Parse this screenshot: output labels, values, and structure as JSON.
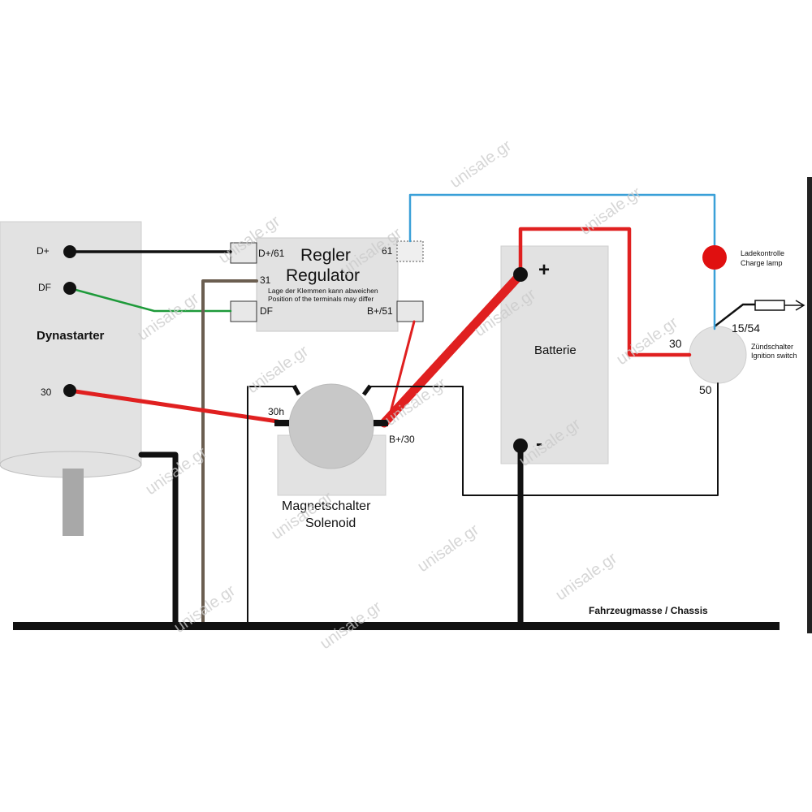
{
  "components": {
    "dynastarter": {
      "name": "Dynastarter",
      "terminal_dplus": "D+",
      "terminal_df": "DF",
      "terminal_30": "30"
    },
    "regulator": {
      "title_de": "Regler",
      "title_en": "Regulator",
      "note_de": "Lage der Klemmen kann abweichen",
      "note_en": "Position of the terminals may differ",
      "terminal_d61": "D+/61",
      "terminal_df": "DF",
      "terminal_31": "31",
      "terminal_61": "61",
      "terminal_b51": "B+/51"
    },
    "solenoid": {
      "name_de": "Magnetschalter",
      "name_en": "Solenoid",
      "terminal_30h": "30h",
      "terminal_b30": "B+/30"
    },
    "battery": {
      "name": "Batterie",
      "plus": "+",
      "minus": "-"
    },
    "charge_lamp": {
      "name_de": "Ladekontrolle",
      "name_en": "Charge lamp"
    },
    "ignition_switch": {
      "name_de": "Zündschalter",
      "name_en": "Ignition switch",
      "terminal_30": "30",
      "terminal_1554": "15/54",
      "terminal_50": "50"
    },
    "chassis": {
      "label": "Fahrzeugmasse / Chassis"
    }
  },
  "watermark": "unisale.gr",
  "colors": {
    "red_wire": "#e02020",
    "black_wire": "#111111",
    "blue_wire": "#3aa0d8",
    "green_wire": "#1e9a3a",
    "brown_wire": "#6b5e50",
    "component_fill": "#e2e2e2",
    "lamp": "#e01010"
  }
}
